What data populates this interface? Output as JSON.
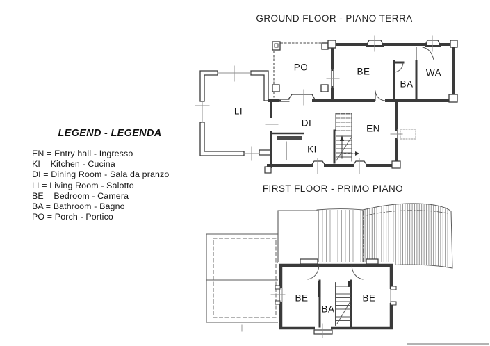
{
  "page": {
    "background": "#ffffff",
    "ink_color": "#3a3a3a",
    "faint_color": "#8f8f8f"
  },
  "legend": {
    "title": "LEGEND - LEGENDA",
    "items": [
      "EN = Entry hall - Ingresso",
      "KI = Kitchen - Cucina",
      "DI = Dining Room - Sala da pranzo",
      "LI = Living Room - Salotto",
      "BE = Bedroom - Camera",
      "BA = Bathroom - Bagno",
      "PO = Porch - Portico"
    ]
  },
  "ground_floor": {
    "title": "GROUND FLOOR - PIANO TERRA",
    "rooms": {
      "po": "PO",
      "be": "BE",
      "wa": "WA",
      "ba": "BA",
      "li": "LI",
      "di": "DI",
      "en": "EN",
      "ki": "KI"
    }
  },
  "first_floor": {
    "title": "FIRST FLOOR - PRIMO PIANO",
    "rooms": {
      "be_left": "BE",
      "ba": "BA",
      "be_right": "BE"
    }
  }
}
